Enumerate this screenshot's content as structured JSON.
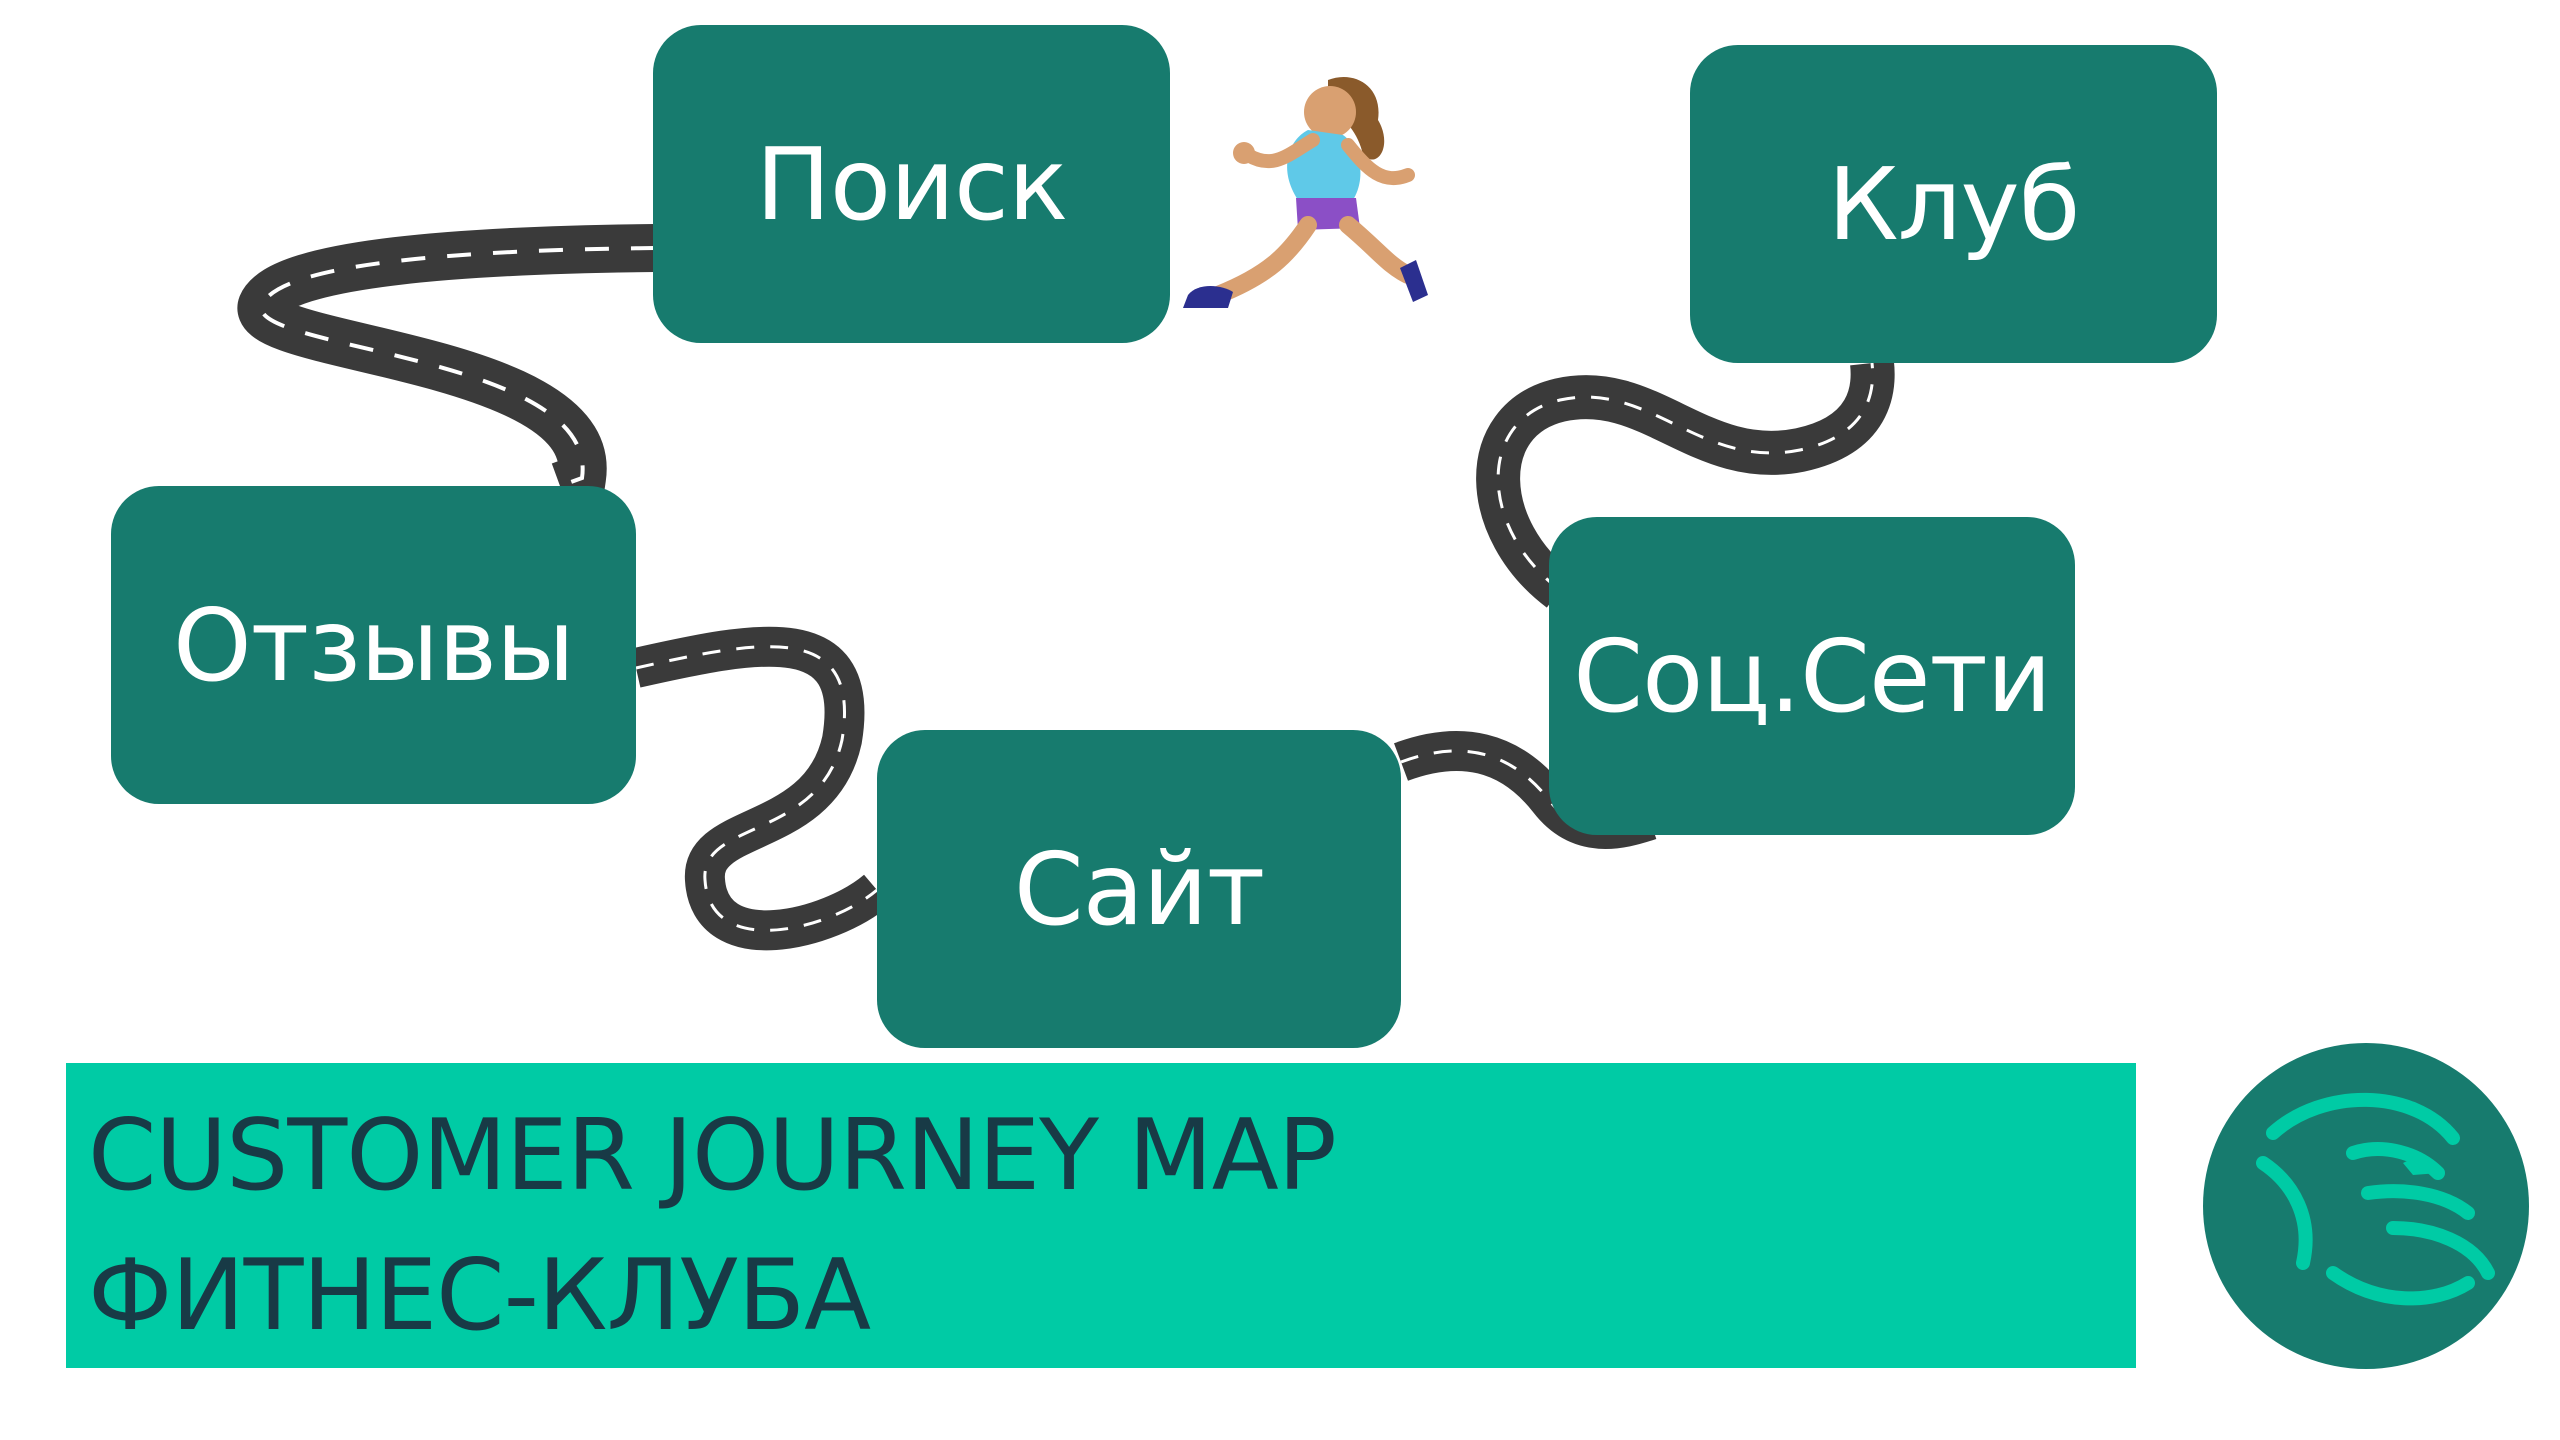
{
  "steps": {
    "search": "Поиск",
    "club": "Клуб",
    "reviews": "Отзывы",
    "social": "Соц.Сети",
    "site": "Сайт"
  },
  "title": {
    "line1": "CUSTOMER JOURNEY MAP",
    "line2": "ФИТНЕС-КЛУБА"
  },
  "colors": {
    "step_box": "#177b6e",
    "banner": "#00cba5",
    "title_text": "#183a46",
    "road": "#3a3a3a",
    "road_marking": "#ffffff",
    "logo_bg": "#177b6e",
    "logo_mark": "#00cba5"
  },
  "icons": {
    "runner": "running-woman-icon",
    "logo": "gorilla-logo-icon"
  }
}
